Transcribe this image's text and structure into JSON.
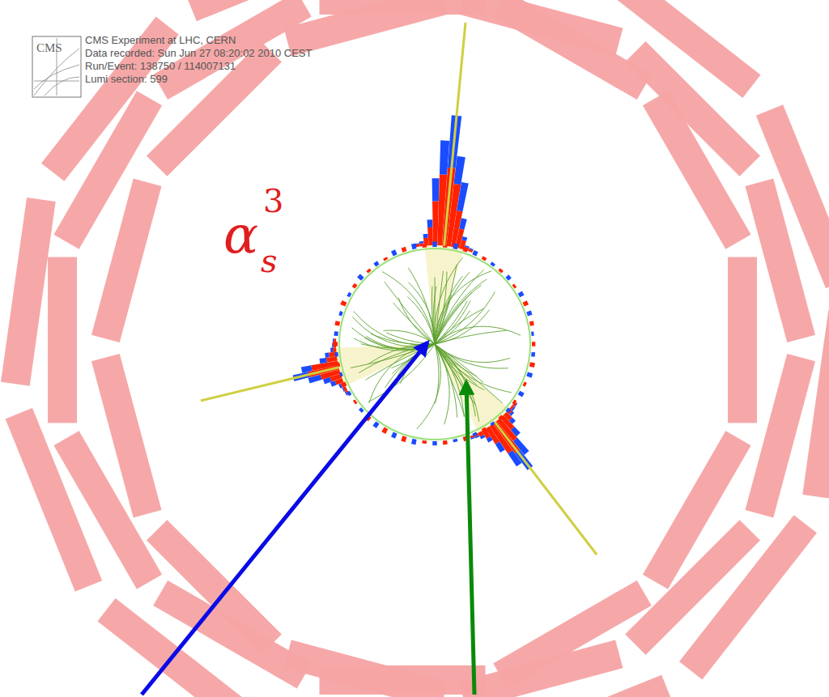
{
  "diagram": {
    "labels": [
      "CMS",
      "CMS Experiment at LHC, CERN",
      "Data recorded: Sun Jun 27 08:20:02 2010 CEST",
      "Run/Event: 138750 / 114007131",
      "Lumi section: 599",
      "α",
      "s",
      "3"
    ]
  }
}
